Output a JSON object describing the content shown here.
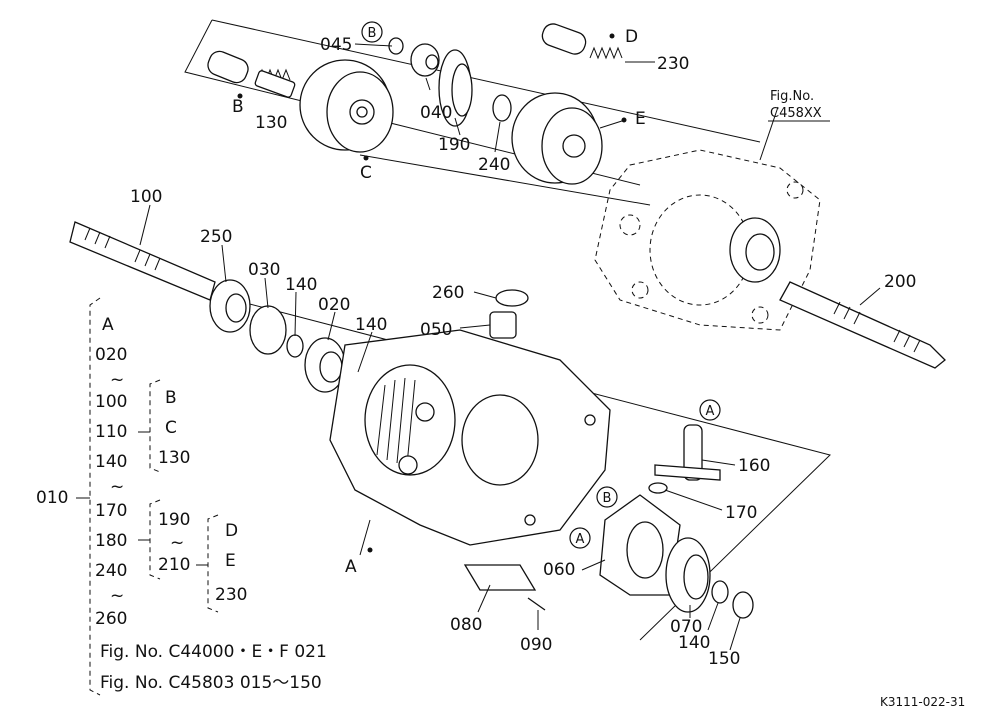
{
  "diagram": {
    "figure_ref_top": {
      "line1": "Fig.No.",
      "line2": "C458XX"
    },
    "reference_code": "K3111-022-31",
    "assembly_number": "010",
    "part_labels": {
      "p045": "045",
      "p040": "040",
      "p190": "190",
      "p240": "240",
      "p230": "230",
      "p130": "130",
      "p100": "100",
      "p250": "250",
      "p030": "030",
      "p140a": "140",
      "p020": "020",
      "p140b": "140",
      "p260": "260",
      "p050": "050",
      "p200": "200",
      "p160": "160",
      "p170": "170",
      "p060": "060",
      "p070": "070",
      "p140c": "140",
      "p150": "150",
      "p080": "080",
      "p090": "090"
    },
    "point_labels": {
      "b_top": "B",
      "b_left": "B",
      "c_bottom": "C",
      "d_top": "D",
      "e_right": "E",
      "a_body": "A",
      "a_circle": "A",
      "a_circle2": "A",
      "b_circle": "B"
    },
    "legend": {
      "col1": [
        "A",
        "020",
        "~",
        "100",
        "110",
        "140",
        "~",
        "170",
        "180",
        "240",
        "~",
        "260"
      ],
      "col2": [
        "B",
        "C",
        "130"
      ],
      "col3": [
        "190",
        "~",
        "210"
      ],
      "col4": [
        "D",
        "E",
        "230"
      ],
      "fig_notes": [
        "Fig. No. C44000・E・F  021",
        "Fig. No. C45803  015～150"
      ]
    }
  }
}
